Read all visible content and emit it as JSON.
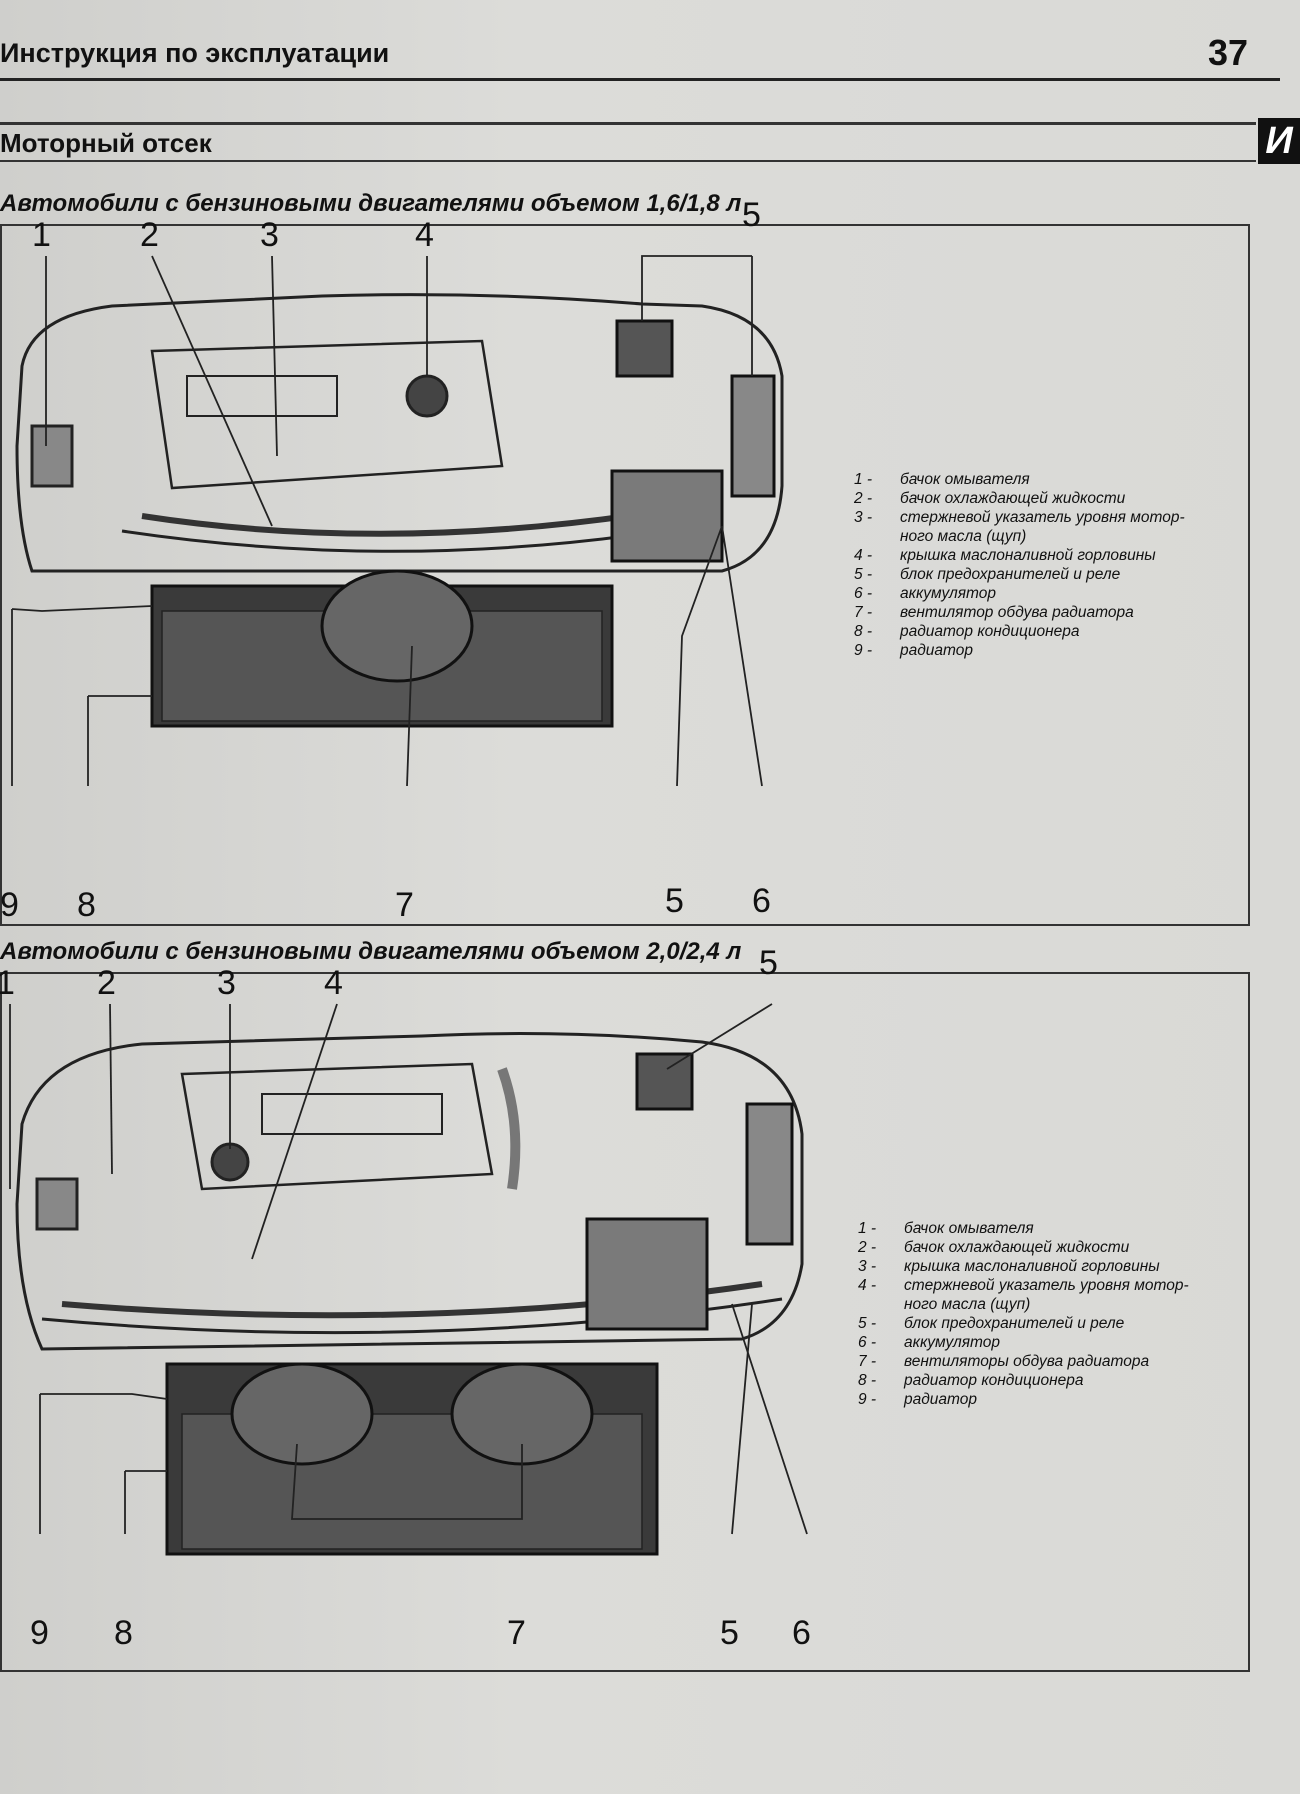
{
  "header": {
    "title": "Инструкция по эксплуатации",
    "page_number": "37",
    "tab_letter": "И"
  },
  "section": {
    "title": "Моторный отсек"
  },
  "figure1": {
    "caption": "Автомобили с бензиновыми двигателями объемом 1,6/1,8 л",
    "callouts": [
      "1",
      "2",
      "3",
      "4",
      "5",
      "5",
      "6",
      "7",
      "8",
      "9"
    ],
    "legend": [
      {
        "n": "1 -",
        "t": "бачок омывателя"
      },
      {
        "n": "2 -",
        "t": "бачок охлаждающей жидкости"
      },
      {
        "n": "3 -",
        "t": "стержневой указатель уровня мотор-"
      },
      {
        "n": "",
        "t": "ного масла (щуп)"
      },
      {
        "n": "4 -",
        "t": "крышка маслоналивной горловины"
      },
      {
        "n": "5 -",
        "t": "блок предохранителей и реле"
      },
      {
        "n": "6 -",
        "t": "аккумулятор"
      },
      {
        "n": "7 -",
        "t": "вентилятор обдува радиатора"
      },
      {
        "n": "8 -",
        "t": "радиатор кондиционера"
      },
      {
        "n": "9 -",
        "t": "радиатор"
      }
    ]
  },
  "figure2": {
    "caption": "Автомобили с бензиновыми двигателями объемом 2,0/2,4 л",
    "callouts": [
      "1",
      "2",
      "3",
      "4",
      "5",
      "5",
      "6",
      "7",
      "8",
      "9"
    ],
    "legend": [
      {
        "n": "1 -",
        "t": "бачок омывателя"
      },
      {
        "n": "2 -",
        "t": "бачок охлаждающей жидкости"
      },
      {
        "n": "3 -",
        "t": "крышка маслоналивной горловины"
      },
      {
        "n": "4 -",
        "t": "стержневой указатель уровня мотор-"
      },
      {
        "n": "",
        "t": "ного масла (щуп)"
      },
      {
        "n": "5 -",
        "t": "блок предохранителей и реле"
      },
      {
        "n": "6 -",
        "t": "аккумулятор"
      },
      {
        "n": "7 -",
        "t": "вентиляторы обдува радиатора"
      },
      {
        "n": "8 -",
        "t": "радиатор кондиционера"
      },
      {
        "n": "9 -",
        "t": "радиатор"
      }
    ]
  }
}
